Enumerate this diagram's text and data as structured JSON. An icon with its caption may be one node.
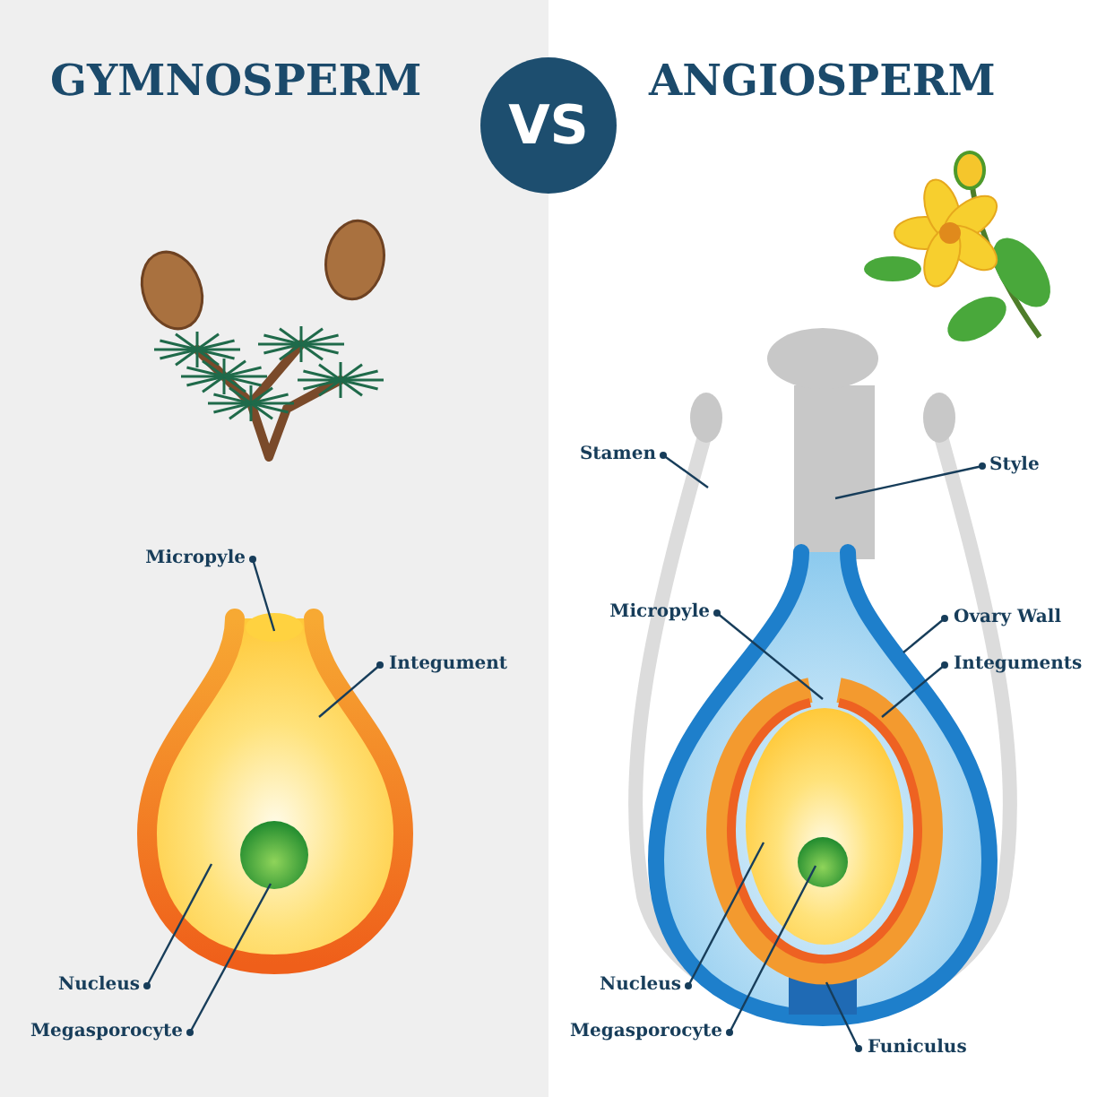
{
  "diagram": {
    "nodes": [
      {
        "text": [
          "VS"
        ]
      },
      {
        "text": [
          "Micropyle"
        ]
      },
      {
        "text": [
          "Integument"
        ]
      },
      {
        "text": [
          "Nucleus"
        ]
      },
      {
        "text": [
          "Megasporocyte"
        ]
      },
      {
        "text": [
          "Stamen"
        ]
      },
      {
        "text": [
          "Style"
        ]
      },
      {
        "text": [
          "Micropyle"
        ]
      },
      {
        "text": [
          "Ovary Wall"
        ]
      },
      {
        "text": [
          "Integuments"
        ]
      },
      {
        "text": [
          "Nucleus"
        ]
      },
      {
        "text": [
          "Megasporocyte"
        ]
      },
      {
        "text": [
          "Funiculus"
        ]
      }
    ],
    "edges": [
      {
        "from": 1,
        "to": null,
        "arrow": "other"
      },
      {
        "from": 2,
        "to": null,
        "arrow": "other"
      },
      {
        "from": 3,
        "to": null,
        "arrow": "other"
      },
      {
        "from": 4,
        "to": null,
        "arrow": "other"
      },
      {
        "from": 5,
        "to": null,
        "arrow": "other"
      },
      {
        "from": 6,
        "to": null,
        "arrow": "other"
      },
      {
        "from": 7,
        "to": null,
        "arrow": "other"
      },
      {
        "from": 8,
        "to": null,
        "arrow": "other"
      },
      {
        "from": 9,
        "to": null,
        "arrow": "other"
      },
      {
        "from": 10,
        "to": null,
        "arrow": "other"
      },
      {
        "from": 11,
        "to": null,
        "arrow": "other"
      },
      {
        "from": 12,
        "to": null,
        "arrow": "other"
      }
    ],
    "labels": [
      "GYMNOSPERM",
      "ANGIOSPERM"
    ]
  }
}
